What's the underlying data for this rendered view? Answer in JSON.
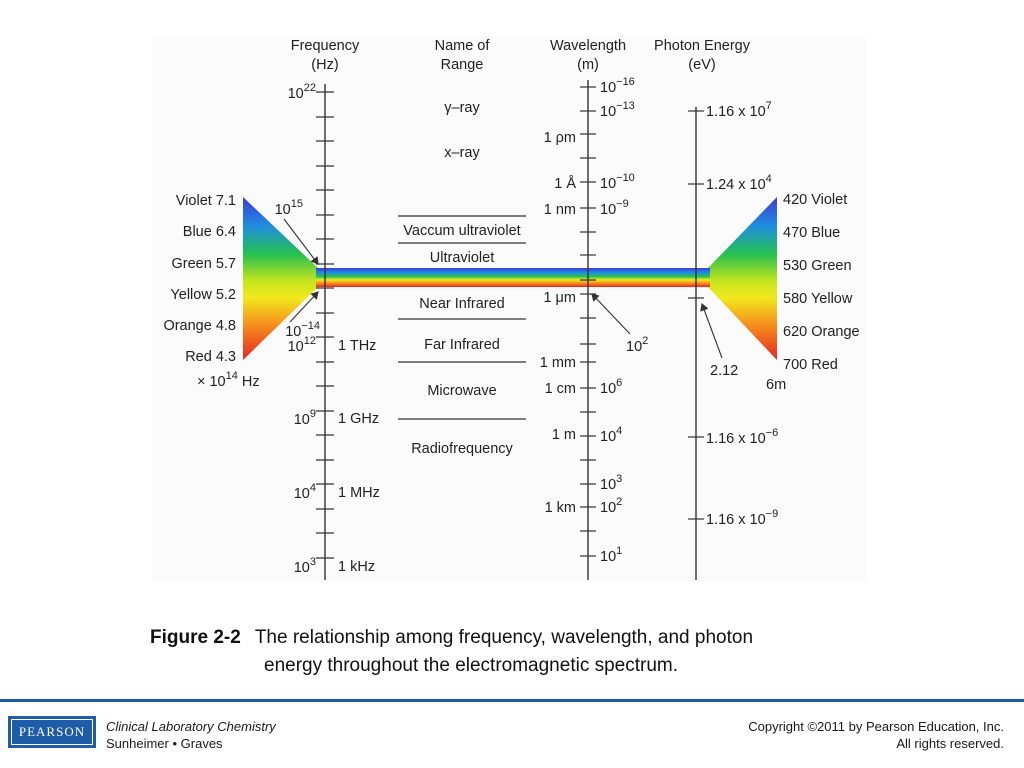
{
  "headers": {
    "frequency": [
      "Frequency",
      "(Hz)"
    ],
    "range": [
      "Name of",
      "Range"
    ],
    "wavelength": [
      "Wavelength",
      "(m)"
    ],
    "energy": [
      "Photon Energy",
      "(eV)"
    ]
  },
  "frequency_ticks": [
    {
      "base": "10",
      "exp": "22",
      "label": ""
    },
    {
      "base": "10",
      "exp": "15",
      "label": ""
    },
    {
      "base": "10",
      "exp": "12",
      "label": "1 THz"
    },
    {
      "base": "10",
      "exp": "9",
      "label": "1 GHz"
    },
    {
      "base": "10",
      "exp": "4",
      "label": "1 MHz"
    },
    {
      "base": "10",
      "exp": "3",
      "label": "1 kHz"
    }
  ],
  "frequency_extra": {
    "base": "10",
    "exp": "−14"
  },
  "range_names": [
    "γ–ray",
    "x–ray",
    "Vaccum ultraviolet",
    "Ultraviolet",
    "Near Infrared",
    "Far Infrared",
    "Microwave",
    "Radiofrequency"
  ],
  "wavelength_labels": {
    "left": [
      "1 ρm",
      "1 Å",
      "1 nm",
      "1 μm",
      "1 mm",
      "1 cm",
      "1 m",
      "1 km"
    ],
    "right": [
      {
        "base": "10",
        "exp": "−16"
      },
      {
        "base": "10",
        "exp": "−13"
      },
      {
        "base": "10",
        "exp": "−10"
      },
      {
        "base": "10",
        "exp": "−9"
      },
      {
        "base": "10",
        "exp": "6"
      },
      {
        "base": "10",
        "exp": "4"
      },
      {
        "base": "10",
        "exp": "3"
      },
      {
        "base": "10",
        "exp": "2"
      },
      {
        "base": "10",
        "exp": "1"
      }
    ],
    "callout": {
      "base": "10",
      "exp": "2"
    }
  },
  "energy_labels": [
    {
      "text": "1.16 x 10",
      "exp": "7"
    },
    {
      "text": "1.24 x 10",
      "exp": "4"
    },
    {
      "text": "1.16 x 10",
      "exp": "−6"
    },
    {
      "text": "1.16 x 10",
      "exp": "−9"
    }
  ],
  "energy_callout": "2.12",
  "visible_freq": {
    "items": [
      "Violet 7.1",
      "Blue 6.4",
      "Green 5.7",
      "Yellow 5.2",
      "Orange 4.8",
      "Red 4.3"
    ],
    "unit_prefix": "× 10",
    "unit_exp": "14",
    "unit_suffix": " Hz"
  },
  "visible_wavelength": {
    "items": [
      "420 Violet",
      "470 Blue",
      "530 Green",
      "580 Yellow",
      "620 Orange",
      "700 Red"
    ],
    "unit": "6m"
  },
  "caption": {
    "label": "Figure 2-2",
    "line1": "The relationship among frequency, wavelength, and photon",
    "line2": "energy throughout the electromagnetic spectrum."
  },
  "footer": {
    "logo": "PEARSON",
    "book_title": "Clinical Laboratory Chemistry",
    "authors": "Sunheimer • Graves",
    "copyright": "Copyright ©2011 by Pearson Education, Inc.",
    "rights": "All rights reserved."
  },
  "colors": {
    "footer_rule": "#1f5ca8",
    "spectrum": [
      "#3b3bd6",
      "#1f8fe0",
      "#25c050",
      "#f2e81d",
      "#f5911e",
      "#e8241f"
    ]
  }
}
